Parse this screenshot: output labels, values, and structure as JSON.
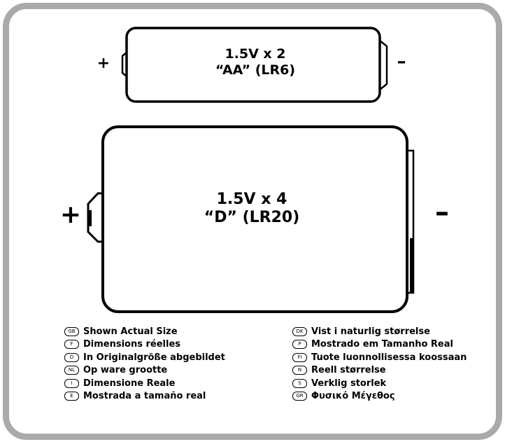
{
  "colors": {
    "frame": "#aaaaaa",
    "outline": "#000000",
    "background": "#ffffff"
  },
  "aa_battery": {
    "line1": "1.5V x 2",
    "line2": "“AA” (LR6)",
    "plus": "+",
    "minus": "–"
  },
  "d_battery": {
    "line1": "1.5V x 4",
    "line2": "“D” (LR20)",
    "plus": "+",
    "minus": "–"
  },
  "legend_left": [
    {
      "code": "GB",
      "text": "Shown Actual Size"
    },
    {
      "code": "F",
      "text": "Dimensions réelles"
    },
    {
      "code": "D",
      "text": "In Originalgröße abgebildet"
    },
    {
      "code": "NL",
      "text": "Op ware grootte"
    },
    {
      "code": "I",
      "text": "Dimensione Reale"
    },
    {
      "code": "E",
      "text": "Mostrada a tamaño real"
    }
  ],
  "legend_right": [
    {
      "code": "DK",
      "text": "Vist i naturlig størrelse"
    },
    {
      "code": "P",
      "text": "Mostrado em Tamanho Real"
    },
    {
      "code": "FI",
      "text": "Tuote luonnollisessa koossaan"
    },
    {
      "code": "N",
      "text": "Reell størrelse"
    },
    {
      "code": "S",
      "text": "Verklig storlek"
    },
    {
      "code": "GR",
      "text": "Φυσικό Μέγεθος"
    }
  ]
}
